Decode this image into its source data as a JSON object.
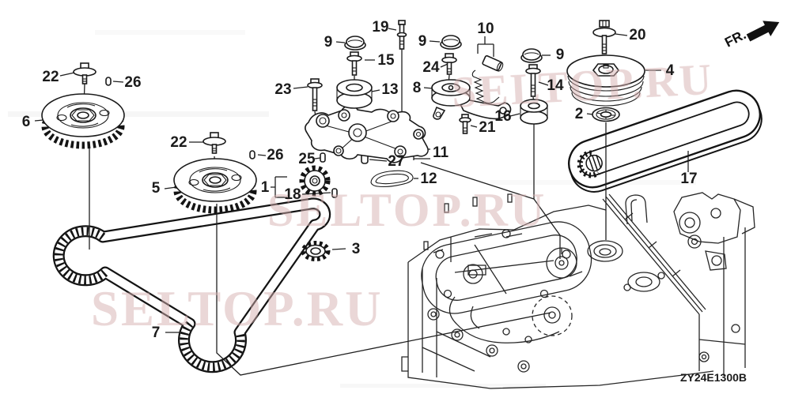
{
  "diagram": {
    "code": "ZY24E1300B",
    "fr_label": "FR.",
    "watermark": "SELTOP.RU"
  },
  "callouts": {
    "c1": "1",
    "c2": "2",
    "c3": "3",
    "c4": "4",
    "c5": "5",
    "c6": "6",
    "c7": "7",
    "c8": "8",
    "c9a": "9",
    "c9b": "9",
    "c9c": "9",
    "c10": "10",
    "c11": "11",
    "c12": "12",
    "c13": "13",
    "c14": "14",
    "c15": "15",
    "c16": "16",
    "c17": "17",
    "c18": "18",
    "c19": "19",
    "c20": "20",
    "c21": "21",
    "c22a": "22",
    "c22b": "22",
    "c23": "23",
    "c24": "24",
    "c25": "25",
    "c26a": "26",
    "c26b": "26",
    "c27": "27"
  }
}
